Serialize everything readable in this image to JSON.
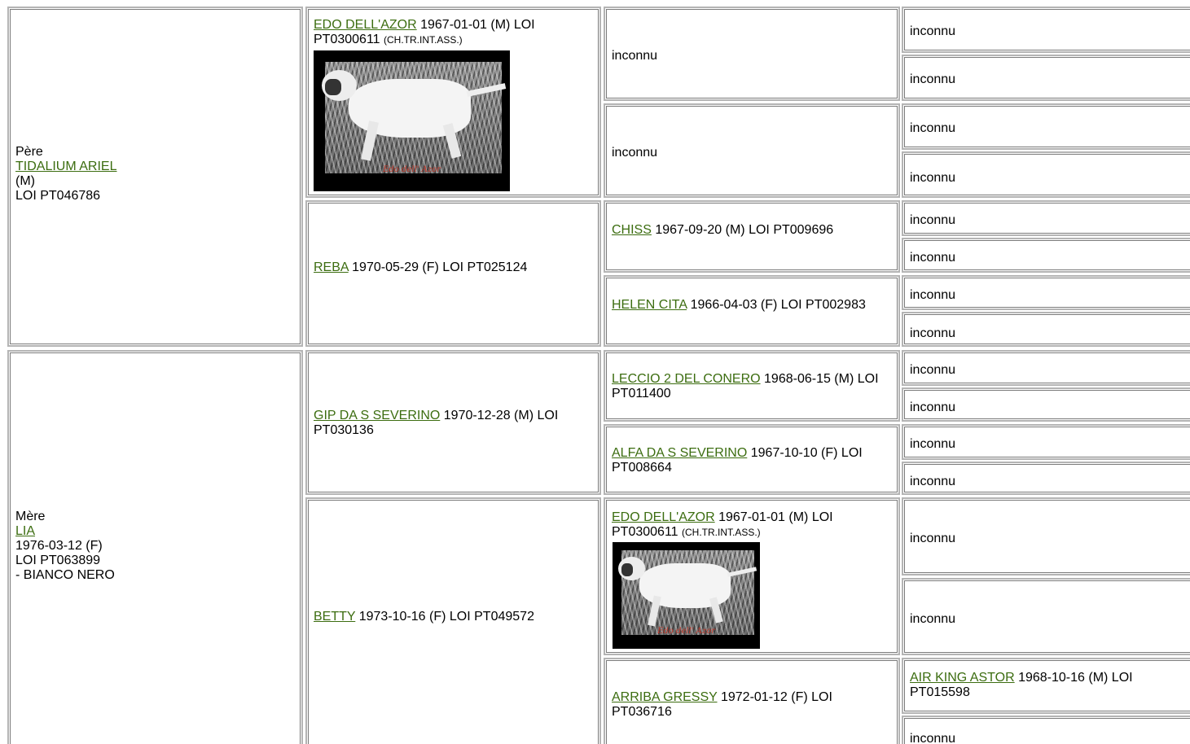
{
  "sire": {
    "role": "Père",
    "name": "TIDALIUM ARIEL",
    "sex": "(M)",
    "reg": "LOI PT046786"
  },
  "dam": {
    "role": "Mère",
    "name": "LIA",
    "date_sex": "1976-03-12 (F)",
    "reg": "LOI PT063899",
    "color": "- BIANCO NERO"
  },
  "gen2": {
    "edo": {
      "name": "EDO DELL'AZOR",
      "info": "1967-01-01 (M) LOI PT0300611",
      "title": "(CH.TR.INT.ASS.)",
      "photo_caption": "Edo dell' Azor"
    },
    "reba": {
      "name": "REBA",
      "info": "1970-05-29 (F) LOI PT025124"
    },
    "gip": {
      "name": "GIP DA S SEVERINO",
      "info": "1970-12-28 (M) LOI PT030136"
    },
    "betty": {
      "name": "BETTY",
      "info": "1973-10-16 (F) LOI PT049572"
    }
  },
  "gen3": {
    "unknown": "inconnu",
    "chiss": {
      "name": "CHISS",
      "info": "1967-09-20 (M) LOI PT009696"
    },
    "helen": {
      "name": "HELEN CITA",
      "info": "1966-04-03 (F) LOI PT002983"
    },
    "leccio": {
      "name": "LECCIO 2 DEL CONERO",
      "info": "1968-06-15 (M) LOI PT011400"
    },
    "alfa": {
      "name": "ALFA DA S SEVERINO",
      "info": "1967-10-10 (F) LOI PT008664"
    },
    "edo": {
      "name": "EDO DELL'AZOR",
      "info": "1967-01-01 (M) LOI PT0300611",
      "title": "(CH.TR.INT.ASS.)",
      "photo_caption": "Edo dell' Azor"
    },
    "arriba": {
      "name": "ARRIBA GRESSY",
      "info": "1972-01-12 (F) LOI PT036716"
    }
  },
  "gen4": {
    "unknown": "inconnu",
    "airking": {
      "name": "AIR KING ASTOR",
      "info": "1968-10-16 (M) LOI PT015598"
    }
  }
}
